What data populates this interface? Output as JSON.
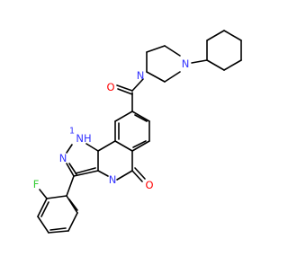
{
  "molecule": {
    "colors": {
      "bond": "#000000",
      "nitrogen": "#3333ff",
      "oxygen": "#ff0000",
      "fluorine": "#33cc33",
      "background": "#ffffff"
    },
    "atom_labels": {
      "n_piperazine_top": "N",
      "n_piperazine_bottom": "N",
      "o_amide": "O",
      "nh_triazole": "NH",
      "h_triazole": "1",
      "n_triazole_1": "N",
      "n_triazole_2": "N",
      "n_quinazoline": "N",
      "o_quinazolinone": "O",
      "f_fluoro": "F"
    }
  }
}
